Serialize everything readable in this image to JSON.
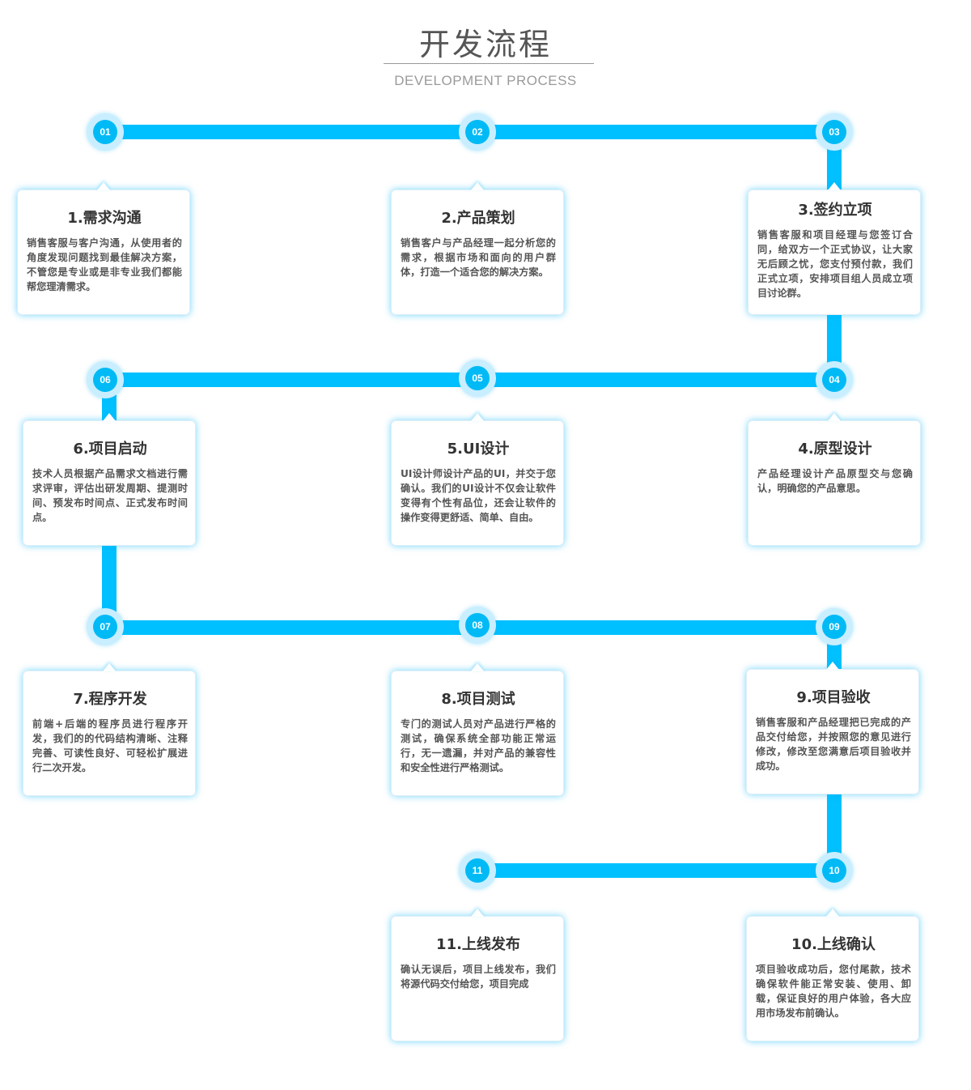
{
  "header": {
    "title": "开发流程",
    "subtitle": "DEVELOPMENT PROCESS"
  },
  "colors": {
    "pipe": "#00c0ff",
    "node_fill": "#00baf6",
    "node_ring": "#c8eeff",
    "card_glow": "#00b4f5"
  },
  "steps": [
    {
      "num": "01",
      "title": "1.需求沟通",
      "text": "销售客服与客户沟通，从使用者的角度发现问题找到最佳解决方案，不管您是专业或是非专业我们都能帮您理清需求。"
    },
    {
      "num": "02",
      "title": "2.产品策划",
      "text": "销售客户与产品经理一起分析您的需求，根据市场和面向的用户群体，打造一个适合您的解决方案。"
    },
    {
      "num": "03",
      "title": "3.签约立项",
      "text": "销售客服和项目经理与您签订合同，给双方一个正式协议，让大家无后顾之忧，您支付预付款，我们正式立项，安排项目组人员成立项目讨论群。"
    },
    {
      "num": "04",
      "title": "4.原型设计",
      "text": "产品经理设计产品原型交与您确认，明确您的产品意思。"
    },
    {
      "num": "05",
      "title": "5.UI设计",
      "text": "UI设计师设计产品的UI，并交于您确认。我们的UI设计不仅会让软件变得有个性有品位，还会让软件的操作变得更舒适、简单、自由。"
    },
    {
      "num": "06",
      "title": "6.项目启动",
      "text": "技术人员根据产品需求文档进行需求评审，评估出研发周期、提测时间、预发布时间点、正式发布时间点。"
    },
    {
      "num": "07",
      "title": "7.程序开发",
      "text": "前端+后端的程序员进行程序开发，我们的的代码结构清晰、注释完善、可读性良好、可轻松扩展进行二次开发。"
    },
    {
      "num": "08",
      "title": "8.项目测试",
      "text": "专门的测试人员对产品进行严格的测试，确保系统全部功能正常运行，无一遗漏，并对产品的兼容性和安全性进行严格测试。"
    },
    {
      "num": "09",
      "title": "9.项目验收",
      "text": "销售客服和产品经理把已完成的产品交付给您，并按照您的意见进行修改，修改至您满意后项目验收并成功。"
    },
    {
      "num": "10",
      "title": "10.上线确认",
      "text": "项目验收成功后，您付尾款，技术确保软件能正常安装、使用、卸载，保证良好的用户体验，各大应用市场发布前确认。"
    },
    {
      "num": "11",
      "title": "11.上线发布",
      "text": "确认无误后，项目上线发布，我们将源代码交付给您，项目完成"
    }
  ]
}
